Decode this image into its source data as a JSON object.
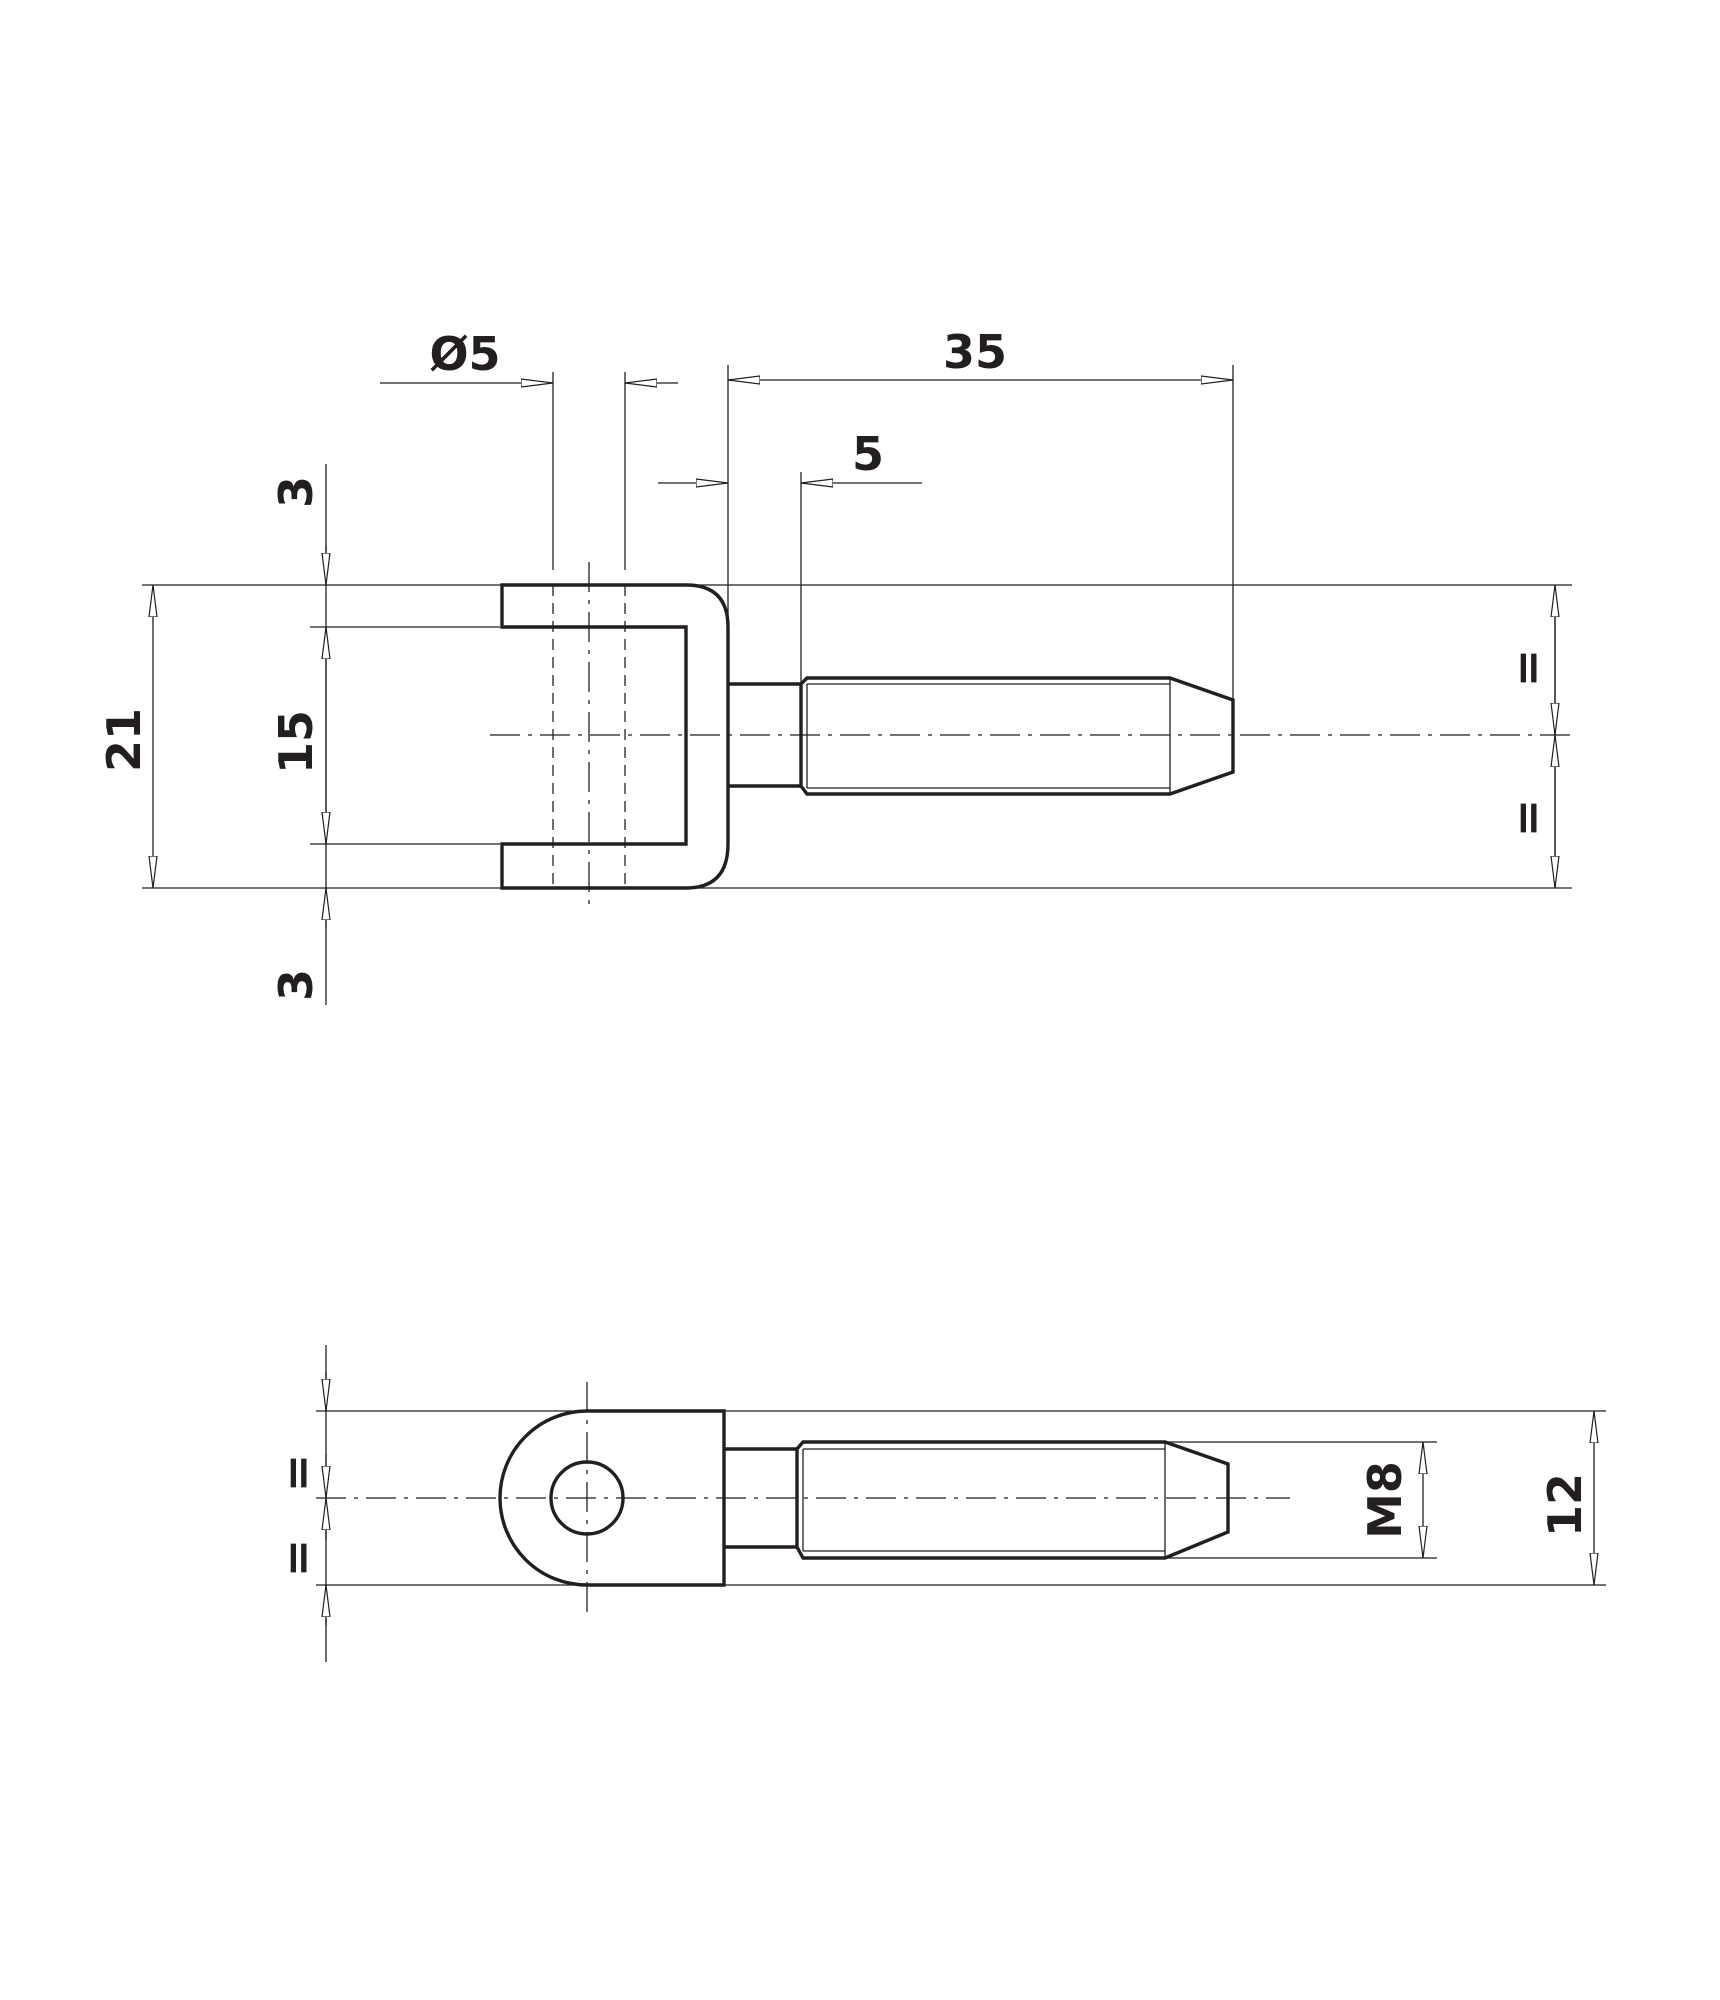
{
  "top_view": {
    "labels": {
      "hole_diameter": "Ø5",
      "overall_length": "35",
      "neck_length": "5",
      "top_lug": "3",
      "slot_width": "15",
      "bottom_lug": "3",
      "overall_height": "21",
      "equal_upper": "=",
      "equal_lower": "="
    }
  },
  "side_view": {
    "labels": {
      "equal_upper": "=",
      "equal_lower": "=",
      "thread": "M8",
      "width": "12"
    }
  }
}
